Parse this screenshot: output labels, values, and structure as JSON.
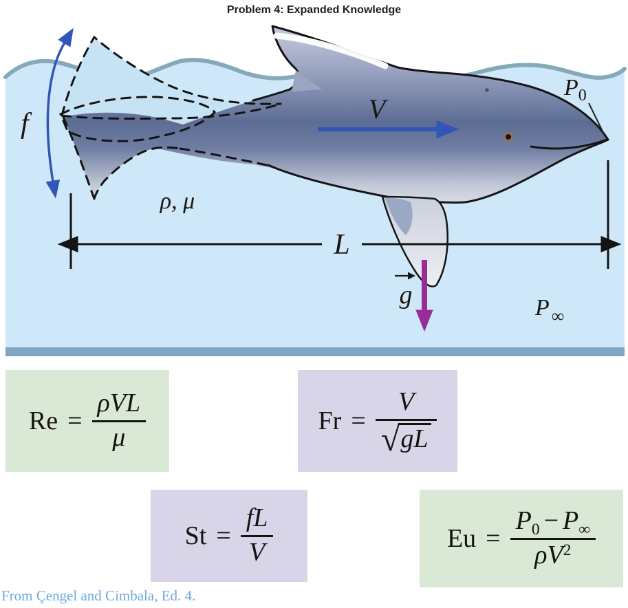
{
  "title": "Problem 4: Expanded Knowledge",
  "caption": "From Çengel and Cimbala, Ed. 4.",
  "diagram": {
    "labels": {
      "frequency": "f",
      "velocity": "V",
      "density_viscosity": "ρ, μ",
      "length": "L",
      "gravity": "g",
      "p0_base": "P",
      "p0_sub": "0",
      "pinf_base": "P",
      "pinf_sub": "∞"
    }
  },
  "formulas": {
    "re": {
      "name": "Re",
      "eq": "=",
      "num": "ρVL",
      "den": "μ",
      "box": "green"
    },
    "fr": {
      "name": "Fr",
      "eq": "=",
      "num": "V",
      "radical": "√",
      "den_inner": "gL",
      "box": "purple"
    },
    "st": {
      "name": "St",
      "eq": "=",
      "num": "fL",
      "den": "V",
      "box": "purple"
    },
    "eu": {
      "name": "Eu",
      "eq": "=",
      "num_p1": "P",
      "num_s1": "0",
      "num_op": "−",
      "num_p2": "P",
      "num_s2": "∞",
      "den_base": "ρV",
      "den_exp": "2",
      "box": "green"
    }
  },
  "colors": {
    "water": "#cfe8f9",
    "fluke_fill": "#c6e2f5",
    "wave_stroke": "#84a9b8",
    "floor_bar": "#7fa7c3",
    "arrow_blue": "#3156b8",
    "gravity_purple": "#992d98",
    "box_green": "#d9e9d5",
    "box_purple": "#d8d5e9",
    "caption_blue": "#70a9dd",
    "ink": "#161410"
  }
}
